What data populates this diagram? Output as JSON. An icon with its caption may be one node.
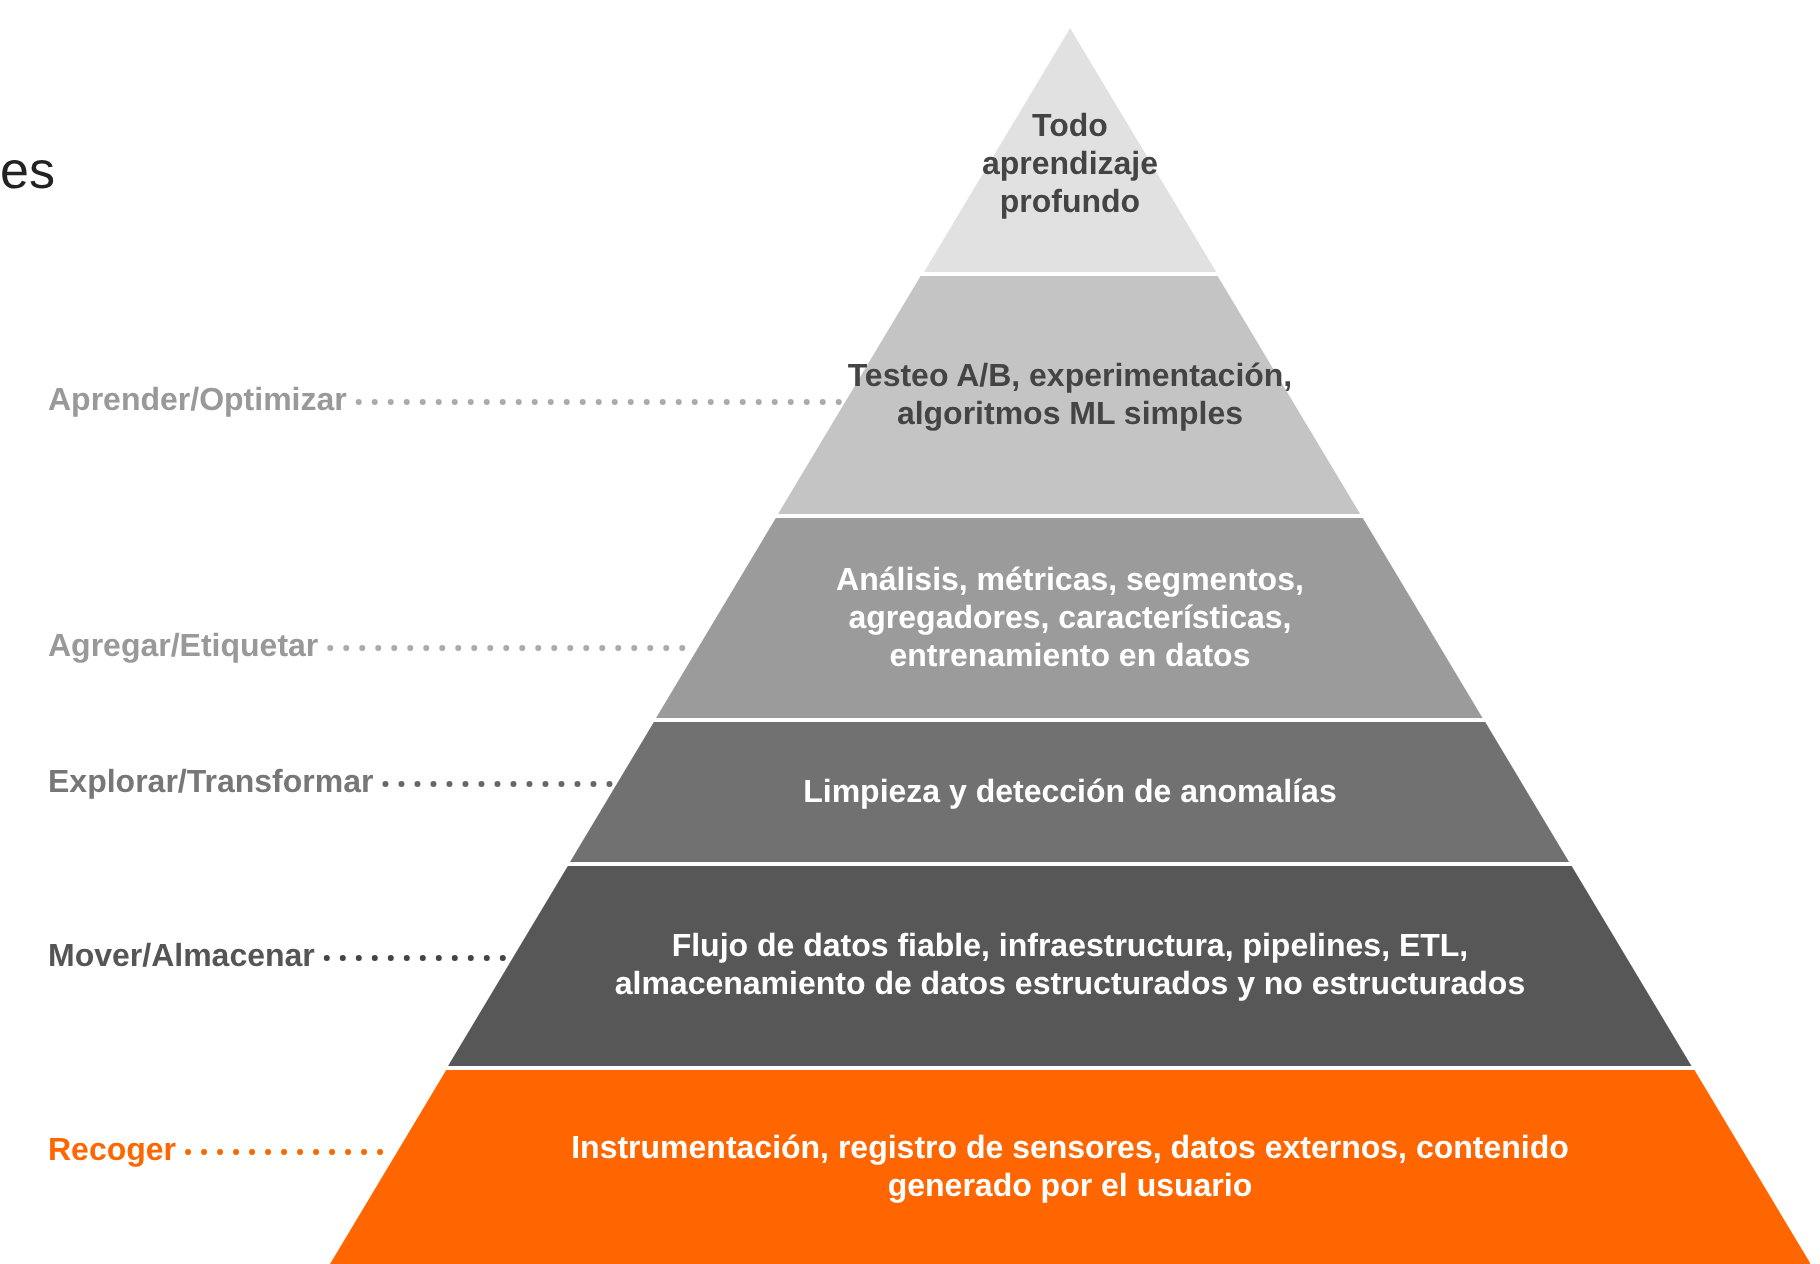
{
  "diagram": {
    "nodes": [
      {
        "text": [
          "Todo aprendizaje profundo"
        ]
      },
      {
        "text": [
          "Testeo A/B, experimentación, algoritmos ML simples"
        ]
      },
      {
        "text": [
          "Análisis, métricas, segmentos, agregadores, características, entrenamiento en datos"
        ]
      },
      {
        "text": [
          "Limpieza y detección de anomalías"
        ]
      },
      {
        "text": [
          "Flujo de datos fiable, infraestructura, pipelines, ETL, almacenamiento de datos estructurados y no estructurados"
        ]
      },
      {
        "text": [
          "Instrumentación, registro de sensores, datos externos, contenido generado por el usuario"
        ]
      },
      {
        "text": [
          "Aprender/Optimizar"
        ]
      },
      {
        "text": [
          "Agregar/Etiquetar"
        ]
      },
      {
        "text": [
          "Explorar/Transformar"
        ]
      },
      {
        "text": [
          "Mover/Almacenar"
        ]
      },
      {
        "text": [
          "Recoger"
        ]
      }
    ],
    "edges": [
      {
        "from": 6,
        "to": 1,
        "arrow": "none",
        "style": "dashed"
      },
      {
        "from": 7,
        "to": 2,
        "arrow": "none",
        "style": "dashed"
      },
      {
        "from": 8,
        "to": 3,
        "arrow": "none",
        "style": "dashed",
        "color": "#666666"
      },
      {
        "from": 9,
        "to": 4,
        "arrow": "none",
        "style": "dashed",
        "color": "#444444"
      },
      {
        "from": 10,
        "to": 5,
        "arrow": "none",
        "style": "dashed",
        "color": "#ff6600"
      }
    ],
    "labels": [
      "es"
    ]
  }
}
